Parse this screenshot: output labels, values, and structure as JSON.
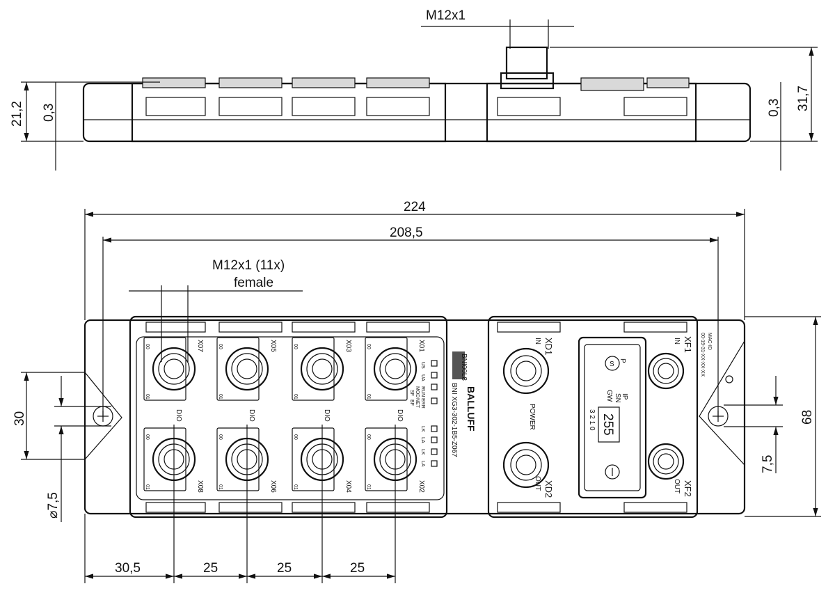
{
  "side_view": {
    "thread_label": "M12x1",
    "dims": {
      "h_total": "21,2",
      "gap_left": "0,3",
      "gap_right": "0,3",
      "h_right": "31,7"
    }
  },
  "top_view": {
    "dims": {
      "total_length": "224",
      "hole_spacing": "208,5",
      "height": "68",
      "left_height": "30",
      "hole_dia": "⌀7,5",
      "right_offset": "7,5",
      "pitch_first": "30,5",
      "pitch_1": "25",
      "pitch_2": "25",
      "pitch_3": "25"
    },
    "connector_note": {
      "line1": "M12x1 (11x)",
      "line2": "female"
    },
    "ports_top": [
      "X07",
      "X05",
      "X03",
      "X01"
    ],
    "ports_bottom": [
      "X08",
      "X06",
      "X04",
      "X02"
    ],
    "dio_label": "DIO",
    "pin00": "00",
    "pin01": "01",
    "led_labels": {
      "us": "US",
      "ua": "UA",
      "run": "RUN",
      "err": "ERR",
      "mod": "MOD",
      "net": "NET",
      "sf": "SF",
      "bf": "BF",
      "lk": "LK",
      "la": "LA",
      "lk_xf1": "LK",
      "la_xf1": "LA"
    },
    "brand": "BALLUFF",
    "model1": "BNI00L8",
    "model2": "BNI XG3-302-1B5-Z067",
    "power": {
      "xd1_label": "XD1",
      "xd1_sub": "IN",
      "xd2_label": "XD2",
      "xd2_sub": "OUT",
      "power_label": "POWER"
    },
    "display": {
      "ip": "IP",
      "sn": "SN",
      "gw": "GW",
      "value": "255",
      "digits": "3 2 1 0",
      "s_symbol": "S",
      "p_label": "P"
    },
    "fieldbus": {
      "xf1_label": "XF1",
      "xf1_sub": "IN",
      "xf2_label": "XF2",
      "xf2_sub": "OUT",
      "mac_line1": "MAC-ID",
      "mac_line2": "00-19-31-XX-XX-XX"
    }
  }
}
